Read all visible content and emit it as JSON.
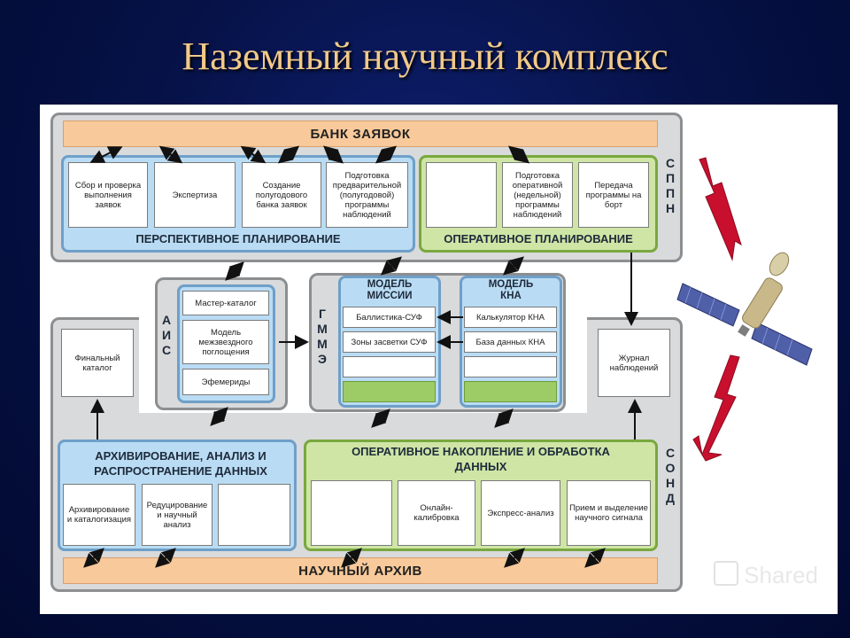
{
  "title": "Наземный научный комплекс",
  "bank": "БАНК ЗАЯВОК",
  "sppn_letters": [
    "С",
    "П",
    "П",
    "Н"
  ],
  "sond_letters": [
    "С",
    "О",
    "Н",
    "Д"
  ],
  "ais_letters": [
    "А",
    "И",
    "С"
  ],
  "gmme_letters": [
    "Г",
    "М",
    "М",
    "Э"
  ],
  "perspective": {
    "label": "ПЕРСПЕКТИВНОЕ ПЛАНИРОВАНИЕ",
    "boxes": [
      "Сбор и проверка выполнения заявок",
      "Экспертиза",
      "Создание полугодового банка заявок",
      "Подготовка предварительной (полугодовой) программы наблюдений"
    ]
  },
  "operative": {
    "label": "ОПЕРАТИВНОЕ ПЛАНИРОВАНИЕ",
    "boxes": [
      "",
      "Подготовка оперативной (недельной) программы наблюдений",
      "Передача программы на борт"
    ]
  },
  "ais": {
    "boxes": [
      "Мастер-каталог",
      "Модель межзвездного поглощения",
      "Эфемериды"
    ]
  },
  "mission": {
    "head": "МОДЕЛЬ МИССИИ",
    "boxes": [
      "Баллистика-СУФ",
      "Зоны засветки СУФ",
      ""
    ]
  },
  "kna": {
    "head": "МОДЕЛЬ КНА",
    "boxes": [
      "Калькулятор КНА",
      "База данных КНА",
      ""
    ]
  },
  "final_catalog": "Финальный каталог",
  "journal": "Журнал наблюдений",
  "archive": {
    "label": "АРХИВИРОВАНИЕ, АНАЛИЗ И РАСПРОСТРАНЕНИЕ ДАННЫХ",
    "boxes": [
      "Архивирование и каталогизация",
      "Редуцирование и научный анализ",
      ""
    ]
  },
  "accum": {
    "label": "ОПЕРАТИВНОЕ НАКОПЛЕНИЕ И ОБРАБОТКА ДАННЫХ",
    "boxes": [
      "",
      "Онлайн-калибровка",
      "Экспресс-анализ",
      "Прием и выделение научного сигнала"
    ]
  },
  "science_archive": "НАУЧНЫЙ АРХИВ",
  "watermark": "Shared",
  "colors": {
    "title": "#f2c98a",
    "orange": "#f8c99a",
    "blue_panel": "#b9dcf4",
    "green_panel": "#cfe5a6",
    "grey_frame": "#d9dadb",
    "lightning": "#c8102e"
  }
}
